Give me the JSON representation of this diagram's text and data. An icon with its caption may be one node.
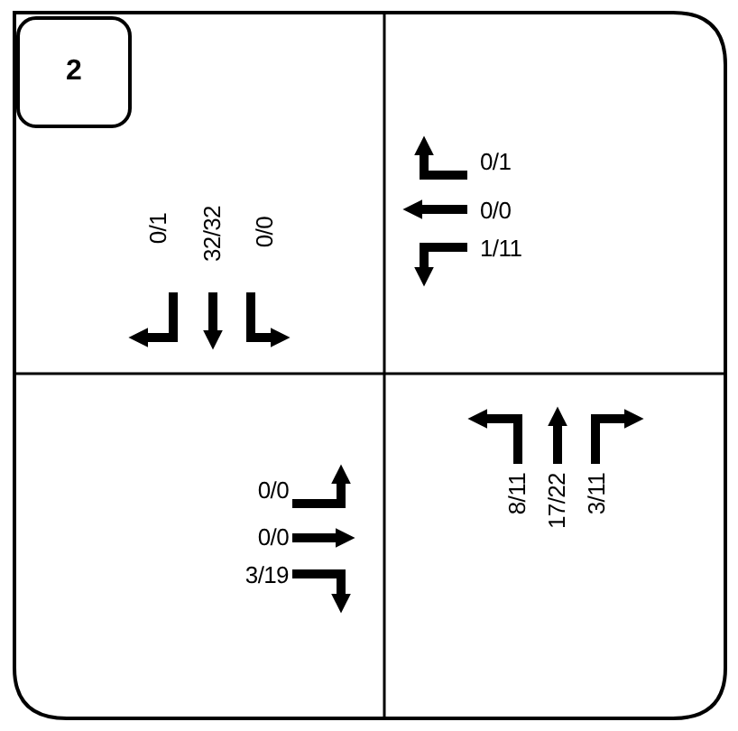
{
  "diagram": {
    "nodes": [
      {
        "text": [
          "2"
        ]
      }
    ],
    "labels": [
      "0/1",
      "32/32",
      "0/0",
      "0/1",
      "0/0",
      "1/11",
      "0/0",
      "0/0",
      "3/19",
      "8/11",
      "17/22",
      "3/11"
    ]
  }
}
